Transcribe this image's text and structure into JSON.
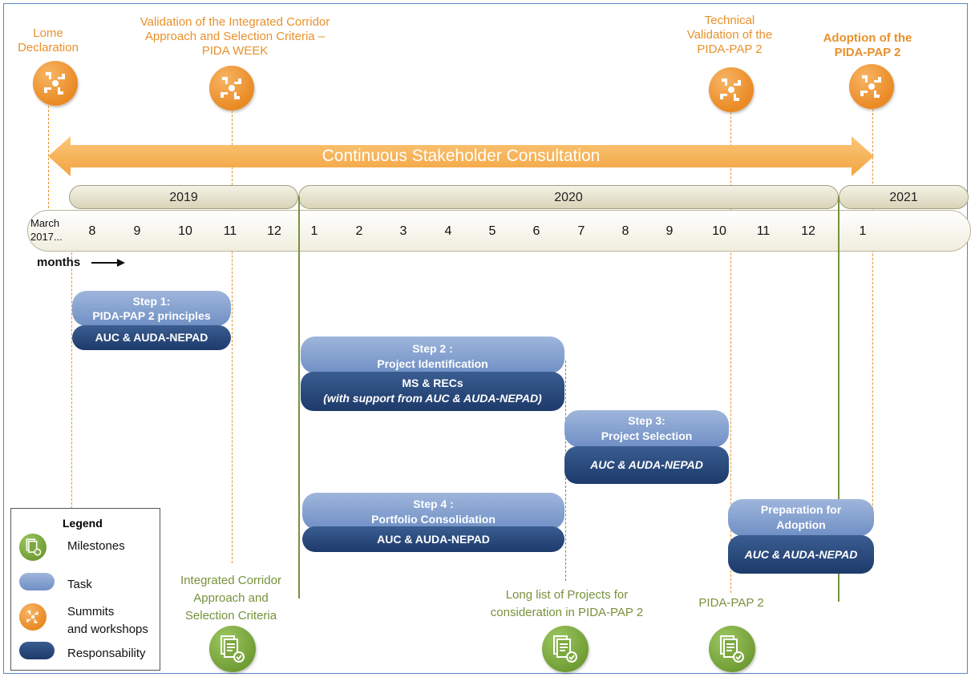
{
  "events": {
    "lome": "Lome\nDeclaration",
    "validation": "Validation of the Integrated Corridor\nApproach and Selection Criteria –\nPIDA WEEK",
    "technical": "Technical\nValidation of the\nPIDA-PAP 2",
    "adoption": "Adoption of the\nPIDA-PAP 2"
  },
  "consultation": "Continuous Stakeholder Consultation",
  "years": [
    "2019",
    "2020",
    "2021"
  ],
  "timeline_start": "March\n2017...",
  "months": [
    "8",
    "9",
    "10",
    "11",
    "12",
    "1",
    "2",
    "3",
    "4",
    "5",
    "6",
    "7",
    "8",
    "9",
    "10",
    "11",
    "12",
    "1"
  ],
  "months_label": "months",
  "steps": {
    "step1": {
      "title": "Step 1:\nPIDA-PAP 2 principles",
      "resp": "AUC & AUDA-NEPAD"
    },
    "step2": {
      "title": "Step 2 :\nProject Identification",
      "resp": "MS & RECs",
      "resp_note": "(with support from AUC & AUDA-NEPAD)"
    },
    "step3": {
      "title": "Step 3:\nProject Selection",
      "resp": "AUC & AUDA-NEPAD"
    },
    "step4": {
      "title": "Step 4 :\nPortfolio Consolidation",
      "resp": "AUC & AUDA-NEPAD"
    },
    "prep": {
      "title": "Preparation for\nAdoption",
      "resp": "AUC & AUDA-NEPAD"
    }
  },
  "milestones": {
    "m1": "Integrated Corridor\nApproach and\nSelection Criteria",
    "m2": "Long list of Projects for\nconsideration in PIDA-PAP 2",
    "m3": "PIDA-PAP 2"
  },
  "legend": {
    "title": "Legend",
    "items": [
      "Milestones",
      "Task",
      "Summits\nand workshops",
      "Responsability"
    ]
  },
  "colors": {
    "orange": "#e8912c",
    "green": "#76923c",
    "task": "#7f9cce",
    "responsibility": "#1f3c6c"
  },
  "icons": {
    "summit": "handshake-circle-icon",
    "milestone": "documents-check-icon",
    "arrow": "double-arrow"
  }
}
